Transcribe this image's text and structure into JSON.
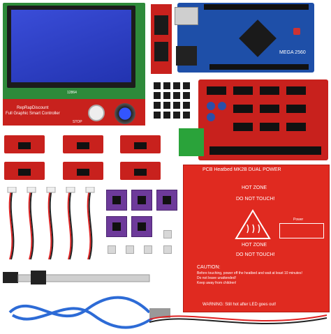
{
  "lcd": {
    "label_line1": "RepRapDiscount",
    "label_line2": "Full Graphic Smart Controller",
    "chip_label": "12864",
    "stop_label": "STOP"
  },
  "mega": {
    "label": "MEGA 2560"
  },
  "heatbed": {
    "title": "PCB Heatbed MK2B DUAL POWER",
    "hot_zone_top": "HOT ZONE",
    "do_not_touch_top": "DO NOT TOUCH!",
    "hot_zone_bottom": "HOT ZONE",
    "do_not_touch_bottom": "DO NOT TOUCH!",
    "caution_title": "CAUTION:",
    "caution_1": "Before touching, power off the heatbed and wait at least 10 minutes!",
    "caution_2": "Do not leave unattended!",
    "caution_3": "Keep away from children!",
    "caution_4": "",
    "warning": "WARNING: Still hot after LED goes out!",
    "power_label": "Power"
  },
  "colors": {
    "board_red": "#c8211d",
    "lcd_green": "#2e8a3a",
    "lcd_blue": "#2233b0",
    "mega_blue": "#1e4fa8",
    "driver_purple": "#6d3a9a",
    "heatbed_red": "#e02a20"
  }
}
